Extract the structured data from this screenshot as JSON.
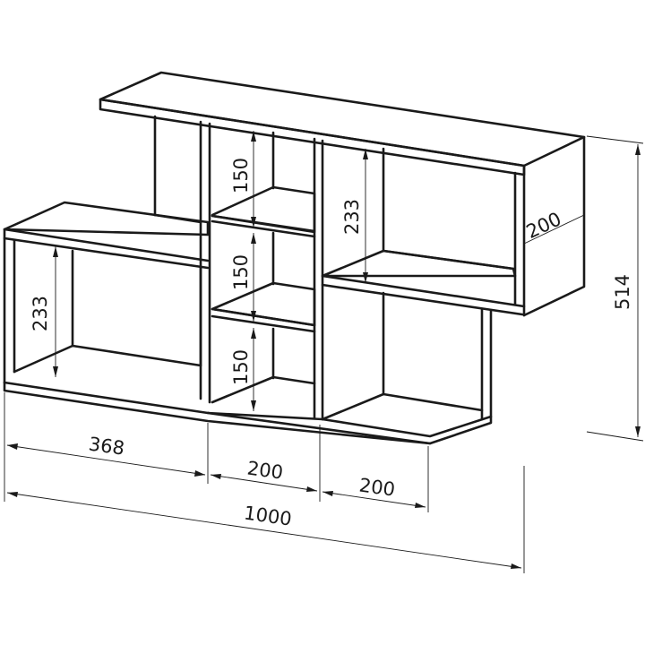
{
  "diagram": {
    "overall_width": "1000",
    "overall_height": "514",
    "depth": "200",
    "left_section_width": "368",
    "middle_section_width": "200",
    "right_section_width": "200",
    "left_compartment_height": "233",
    "right_compartment_height": "233",
    "middle_shelf_heights": [
      "150",
      "150",
      "150"
    ]
  },
  "colors": {
    "ink": "#1a1a1a",
    "background": "#ffffff"
  }
}
